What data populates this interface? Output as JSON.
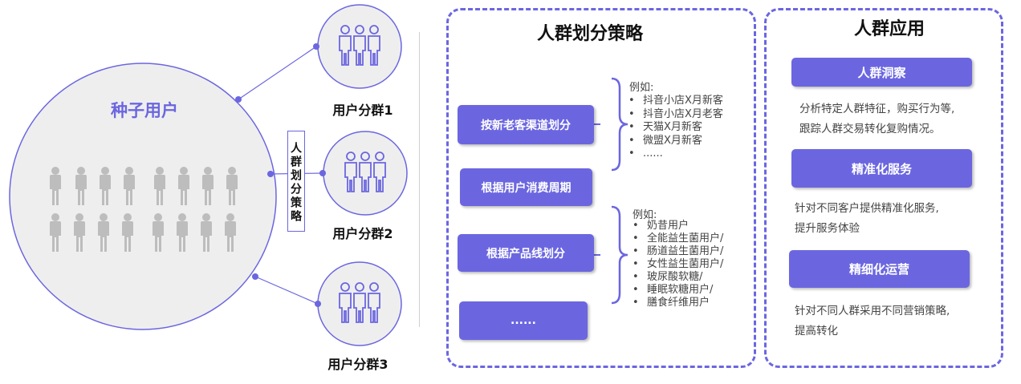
{
  "seed": {
    "title": "种子用户"
  },
  "vertical_label": "人群划分策略",
  "segments": [
    {
      "label": "用户分群1"
    },
    {
      "label": "用户分群2"
    },
    {
      "label": "用户分群3"
    }
  ],
  "strategy": {
    "title": "人群划分策略",
    "boxes": [
      {
        "label": "按新老客渠道划分"
      },
      {
        "label": "根据用户消费周期"
      },
      {
        "label": "根据产品线划分"
      },
      {
        "label": "......"
      }
    ],
    "example1": {
      "heading": "例如:",
      "items": [
        "抖音小店X月新客",
        "抖音小店X月老客",
        "天猫X月新客",
        "微盟X月新客",
        "......"
      ]
    },
    "example2": {
      "heading": "例如:",
      "items": [
        "奶昔用户",
        "全能益生菌用户/",
        "肠道益生菌用户/",
        "女性益生菌用户/",
        "玻尿酸软糖/",
        "睡眠软糖用户/",
        "膳食纤维用户"
      ]
    }
  },
  "application": {
    "title": "人群应用",
    "items": [
      {
        "label": "人群洞察",
        "desc_line1": "分析特定人群特征，购买行为等,",
        "desc_line2": "跟踪人群交易转化复购情况。"
      },
      {
        "label": "精准化服务",
        "desc_line1": "针对不同客户提供精准化服务,",
        "desc_line2": "提升服务体验"
      },
      {
        "label": "精细化运营",
        "desc_line1": "针对不同人群采用不同营销策略,",
        "desc_line2": "提高转化"
      }
    ]
  },
  "colors": {
    "accent": "#6b66e0",
    "person_gray": "#bdbdbd",
    "circle_fill": "#eeeeee"
  }
}
